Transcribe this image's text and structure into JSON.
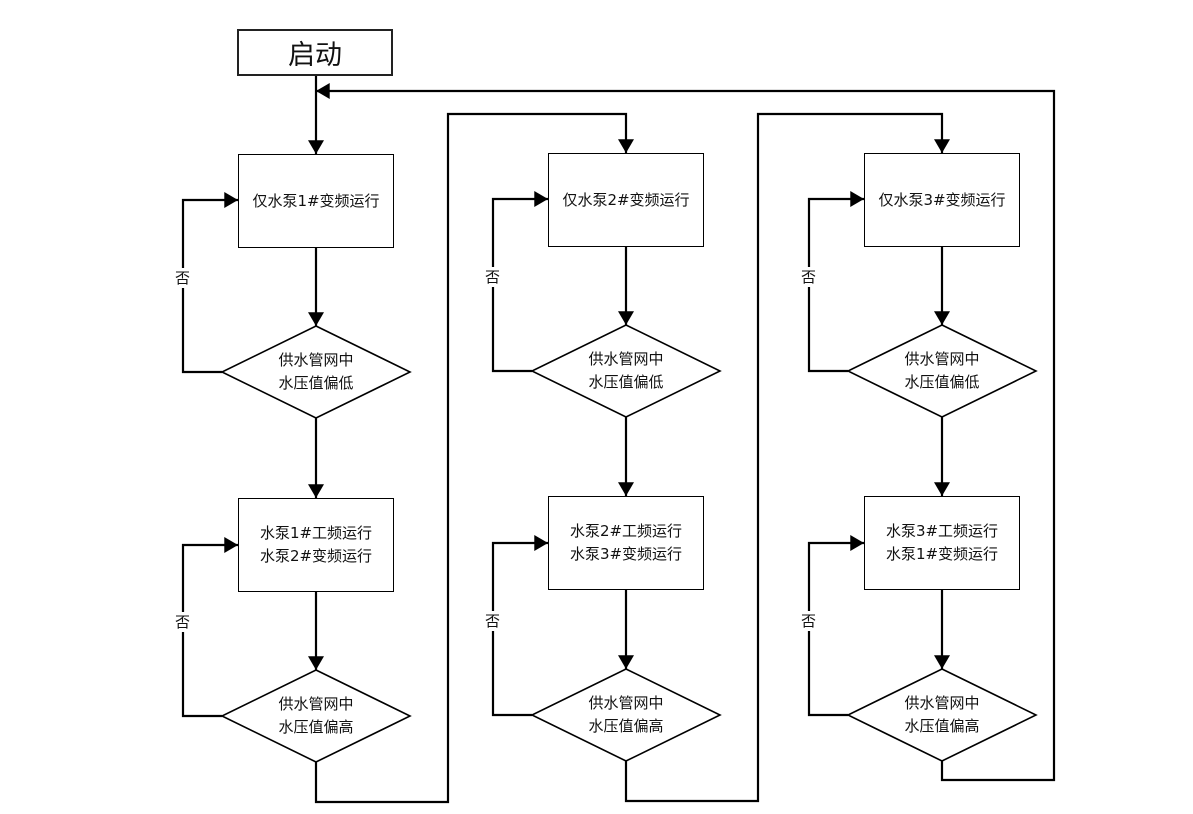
{
  "start": {
    "label": "启动"
  },
  "columns": [
    {
      "pump_box": {
        "lines": [
          "仅水泵1#变频运行"
        ]
      },
      "check_low": {
        "lines": [
          "供水管网中",
          "水压值偏低"
        ],
        "no_label": "否"
      },
      "pumps_box": {
        "lines": [
          "水泵1#工频运行",
          "水泵2#变频运行"
        ]
      },
      "check_high": {
        "lines": [
          "供水管网中",
          "水压值偏高"
        ],
        "no_label": "否"
      }
    },
    {
      "pump_box": {
        "lines": [
          "仅水泵2#变频运行"
        ]
      },
      "check_low": {
        "lines": [
          "供水管网中",
          "水压值偏低"
        ],
        "no_label": "否"
      },
      "pumps_box": {
        "lines": [
          "水泵2#工频运行",
          "水泵3#变频运行"
        ]
      },
      "check_high": {
        "lines": [
          "供水管网中",
          "水压值偏高"
        ],
        "no_label": "否"
      }
    },
    {
      "pump_box": {
        "lines": [
          "仅水泵3#变频运行"
        ]
      },
      "check_low": {
        "lines": [
          "供水管网中",
          "水压值偏低"
        ],
        "no_label": "否"
      },
      "pumps_box": {
        "lines": [
          "水泵3#工频运行",
          "水泵1#变频运行"
        ]
      },
      "check_high": {
        "lines": [
          "供水管网中",
          "水压值偏高"
        ],
        "no_label": "否"
      }
    }
  ]
}
